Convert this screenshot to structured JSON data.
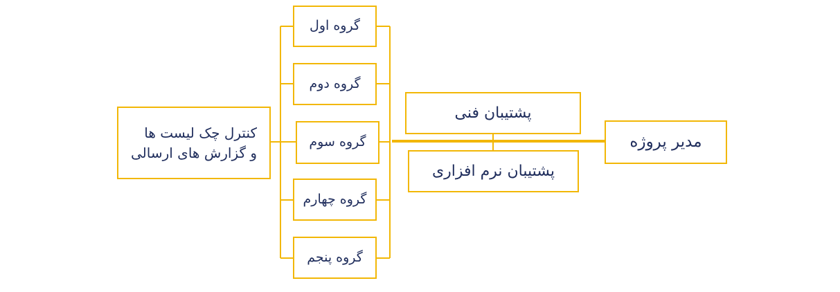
{
  "colors": {
    "line": "#f2b705",
    "text": "#1f2d5c",
    "background": "#ffffff"
  },
  "diagram": {
    "manager": "مدیر پروژه",
    "technical_support": "پشتیبان فنی",
    "software_support": "پشتیبان نرم افزاری",
    "groups": [
      "گروه اول",
      "گروه دوم",
      "گروه سوم",
      "گروه چهارم",
      "گروه پنجم"
    ],
    "checklist_control": "کنترل چک لیست ها\nو گزارش های ارسالی"
  }
}
